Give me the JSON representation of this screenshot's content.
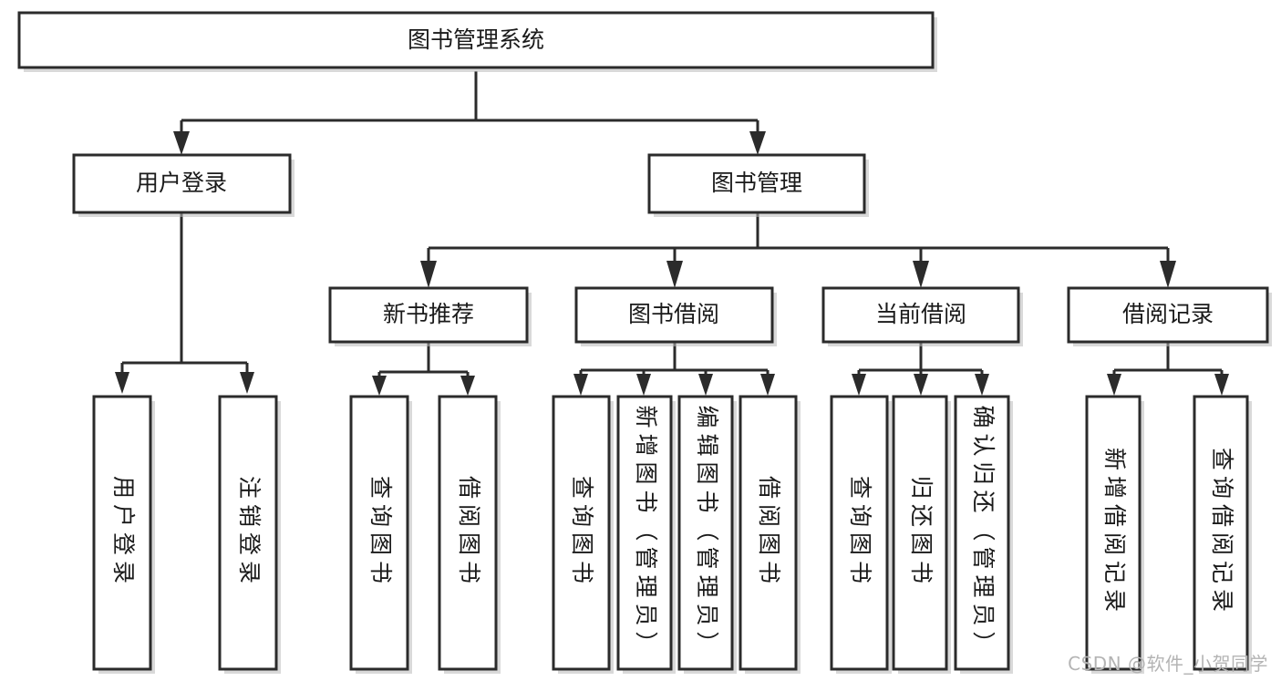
{
  "diagram": {
    "title": "图书管理系统",
    "type": "tree-structure-chart",
    "colors": {
      "box_stroke": "#2b2b2b",
      "box_fill": "#ffffff",
      "text": "#1a1a1a",
      "shadow": "#b9b9b9",
      "watermark": "#b4b4b4",
      "background": "#ffffff"
    },
    "watermark": "CSDN @软件_小贺同学"
  },
  "nodes": {
    "root": {
      "label": "图书管理系统"
    },
    "level2": [
      {
        "id": "user-login",
        "label": "用户登录"
      },
      {
        "id": "book-manage",
        "label": "图书管理"
      }
    ],
    "level3": [
      {
        "id": "new-book-recommend",
        "label": "新书推荐"
      },
      {
        "id": "book-borrow",
        "label": "图书借阅"
      },
      {
        "id": "current-borrow",
        "label": "当前借阅"
      },
      {
        "id": "borrow-record",
        "label": "借阅记录"
      }
    ],
    "leaves": {
      "user_login": [
        {
          "id": "leaf-user-login",
          "label": "用户登录"
        },
        {
          "id": "leaf-logout-login",
          "label": "注销登录"
        }
      ],
      "new_book_recommend": [
        {
          "id": "leaf-query-book-1",
          "label": "查询图书"
        },
        {
          "id": "leaf-borrow-book-1",
          "label": "借阅图书"
        }
      ],
      "book_borrow": [
        {
          "id": "leaf-query-book-2",
          "label": "查询图书"
        },
        {
          "id": "leaf-add-book",
          "label": "新增图书（管理员）"
        },
        {
          "id": "leaf-edit-book",
          "label": "编辑图书（管理员）"
        },
        {
          "id": "leaf-borrow-book-2",
          "label": "借阅图书"
        }
      ],
      "current_borrow": [
        {
          "id": "leaf-query-book-3",
          "label": "查询图书"
        },
        {
          "id": "leaf-return-book",
          "label": "归还图书"
        },
        {
          "id": "leaf-confirm-return",
          "label": "确认归还（管理员）"
        }
      ],
      "borrow_record": [
        {
          "id": "leaf-add-record",
          "label": "新增借阅记录"
        },
        {
          "id": "leaf-query-record",
          "label": "查询借阅记录"
        }
      ]
    }
  }
}
